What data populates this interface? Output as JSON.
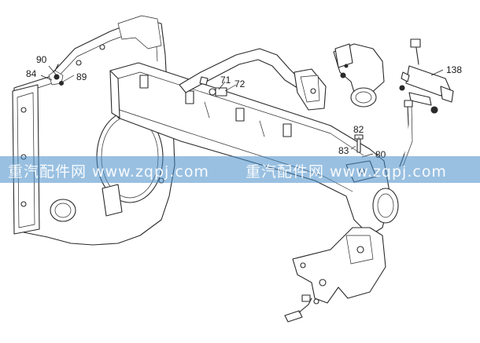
{
  "callouts": {
    "c90": "90",
    "c84": "84",
    "c89": "89",
    "c71": "71",
    "c72": "72",
    "c138": "138",
    "c82": "82",
    "c83": "83",
    "c80": "80"
  },
  "watermark": {
    "left": "重汽配件网 www.zqpj.com",
    "right": "重汽配件网 www.zqpj.com"
  },
  "colors": {
    "watermark_band": "#468cc8",
    "line": "#2a2a2a"
  }
}
